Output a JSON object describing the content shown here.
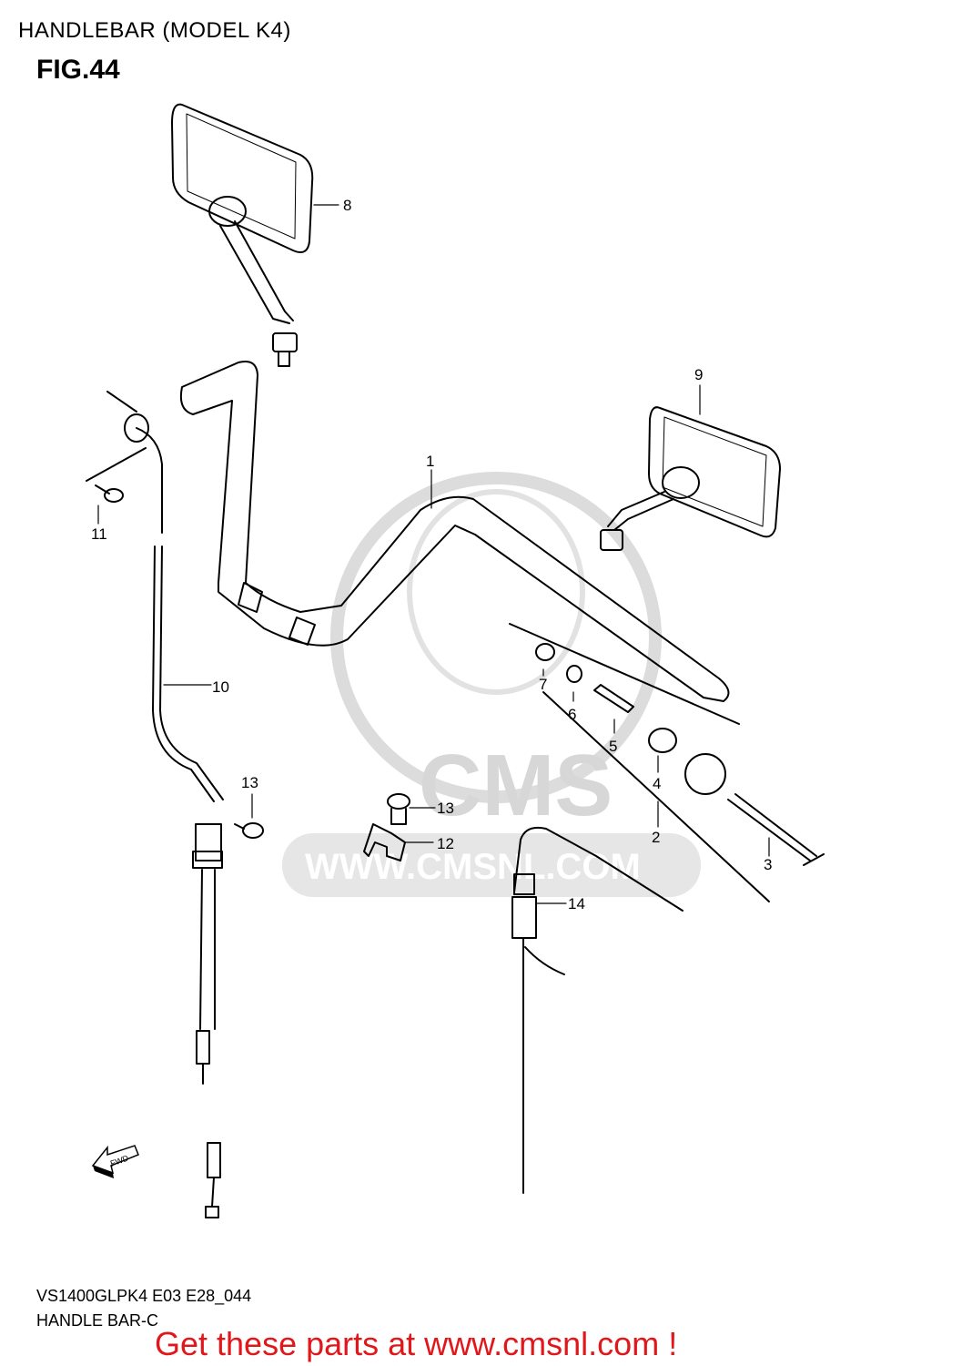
{
  "header": {
    "title": "HANDLEBAR (MODEL K4)",
    "figure": "FIG.44"
  },
  "watermark": {
    "brand": "CMS",
    "url": "WWW.CMSNL.COM"
  },
  "fwd_label": "FWD",
  "callouts": [
    "1",
    "2",
    "3",
    "4",
    "5",
    "6",
    "7",
    "8",
    "9",
    "10",
    "11",
    "12",
    "13",
    "13",
    "14"
  ],
  "footer": {
    "model_code": "VS1400GLPK4 E03 E28_044",
    "group_name": "HANDLE BAR-C",
    "promo": "Get these parts at www.cmsnl.com !"
  },
  "colors": {
    "line": "#000000",
    "watermark": "#d7d7d7",
    "promo": "#e0171b"
  }
}
